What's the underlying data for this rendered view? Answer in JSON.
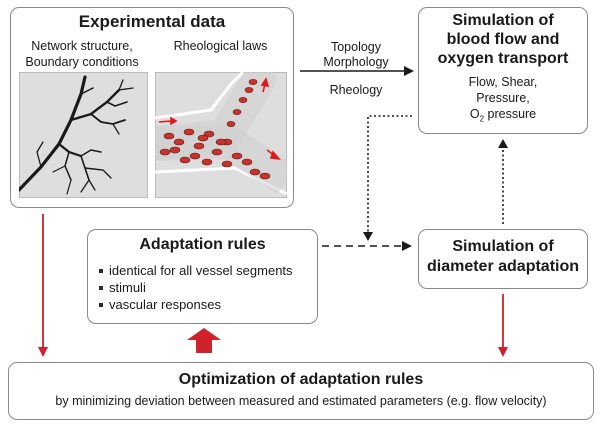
{
  "experimental": {
    "title": "Experimental data",
    "col1_line1": "Network structure,",
    "col1_line2": "Boundary conditions",
    "col2": "Rheological laws"
  },
  "simulation_flow": {
    "title_line1": "Simulation of",
    "title_line2": "blood flow and",
    "title_line3": "oxygen transport",
    "out1": "Flow, Shear,",
    "out2": "Pressure,",
    "out3_prefix": "O",
    "out3_sub": "2",
    "out3_suffix": " pressure"
  },
  "arrow_labels": {
    "topology": "Topology",
    "morphology": "Morphology",
    "rheology": "Rheology"
  },
  "adaptation": {
    "title": "Adaptation rules",
    "items": [
      "identical for all vessel segments",
      "stimuli",
      "vascular responses"
    ]
  },
  "diameter": {
    "title_line1": "Simulation of",
    "title_line2": "diameter adaptation"
  },
  "optimization": {
    "title": "Optimization of adaptation rules",
    "subtitle": "by minimizing deviation between measured and estimated parameters (e.g. flow velocity)"
  },
  "colors": {
    "panel_gray": "#dedede",
    "red_arrow": "#d0202a",
    "vessel_red": "#c8322a",
    "border": "#8a8a8a"
  }
}
